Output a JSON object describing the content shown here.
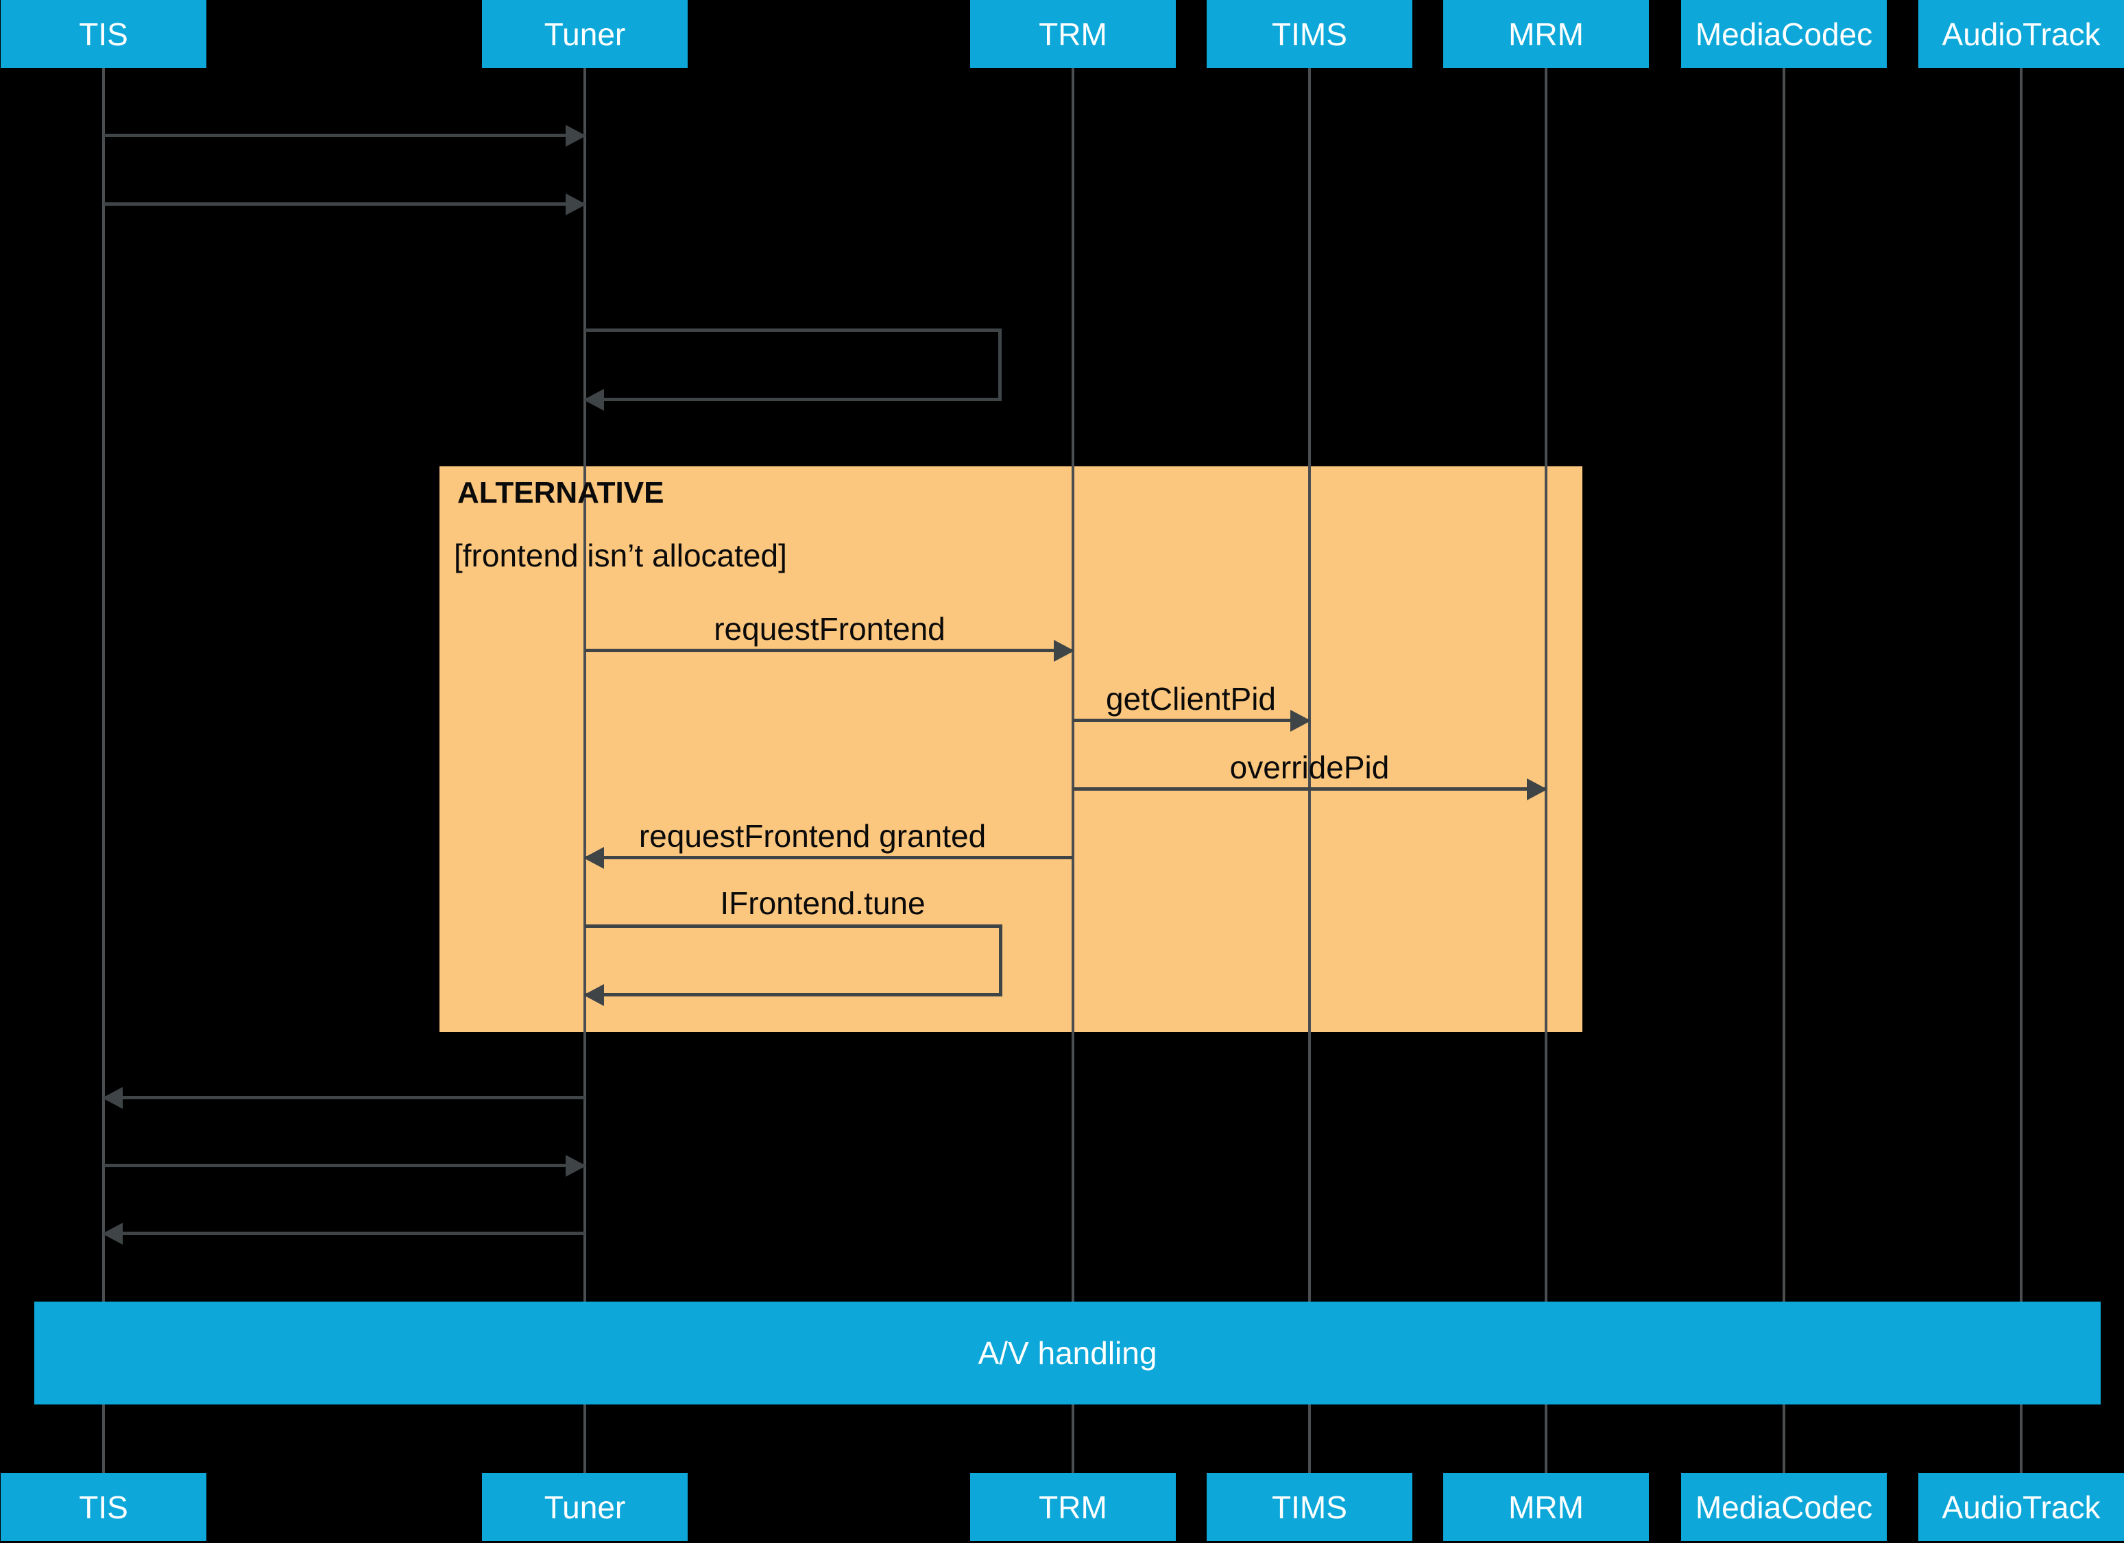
{
  "diagram": {
    "participants": [
      {
        "label": "TIS"
      },
      {
        "label": "Tuner"
      },
      {
        "label": "TRM"
      },
      {
        "label": "TIMS"
      },
      {
        "label": "MRM"
      },
      {
        "label": "MediaCodec"
      },
      {
        "label": "AudioTrack"
      }
    ],
    "alt": {
      "title": "ALTERNATIVE",
      "condition": "[frontend isn’t allocated]"
    },
    "messages": [
      {
        "from": "TIS",
        "to": "Tuner",
        "label": ""
      },
      {
        "from": "TIS",
        "to": "Tuner",
        "label": ""
      },
      {
        "from": "Tuner",
        "to": "Tuner",
        "label": ""
      },
      {
        "from": "Tuner",
        "to": "TRM",
        "label": "requestFrontend"
      },
      {
        "from": "TRM",
        "to": "TIMS",
        "label": "getClientPid"
      },
      {
        "from": "TRM",
        "to": "MRM",
        "label": "overridePid"
      },
      {
        "from": "TRM",
        "to": "Tuner",
        "label": "requestFrontend granted"
      },
      {
        "from": "Tuner",
        "to": "Tuner",
        "label": "IFrontend.tune"
      },
      {
        "from": "Tuner",
        "to": "TIS",
        "label": ""
      },
      {
        "from": "TIS",
        "to": "Tuner",
        "label": ""
      },
      {
        "from": "Tuner",
        "to": "TIS",
        "label": ""
      }
    ],
    "av_bar": {
      "label": "A/V handling"
    },
    "colors": {
      "accent_blue": "#0DA8D9",
      "alt_orange": "#FBC67E",
      "line_gray": "#42464A",
      "background": "#000000"
    }
  }
}
